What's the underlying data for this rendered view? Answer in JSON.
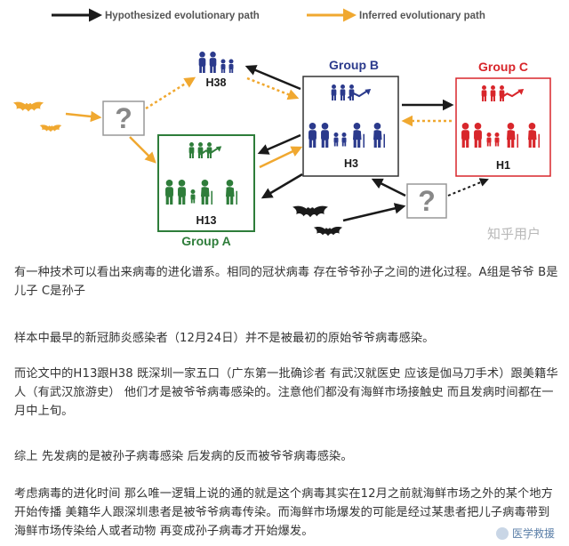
{
  "legend": {
    "hypothesized": "Hypothesized evolutionary path",
    "inferred": "Inferred evolutionary path"
  },
  "nodes": {
    "h38": "H38",
    "h13": "H13",
    "h3": "H3",
    "h1": "H1",
    "group_a": "Group A",
    "group_b": "Group B",
    "group_c": "Group C",
    "unknown_left": "?",
    "unknown_right": "?"
  },
  "watermark": "知乎用户",
  "colors": {
    "black_arrow": "#1a1a1a",
    "orange_arrow": "#f0a830",
    "group_a": "#2e7d3a",
    "group_b": "#2b3a8c",
    "group_c": "#d8262b"
  },
  "article": {
    "p1": "有一种技术可以看出来病毒的进化谱系。相同的冠状病毒 存在爷爷孙子之间的进化过程。A组是爷爷 B是儿子 C是孙子",
    "p2": "样本中最早的新冠肺炎感染者（12月24日）并不是被最初的原始爷爷病毒感染。",
    "p3": "而论文中的H13跟H38 既深圳一家五口（广东第一批确诊者 有武汉就医史 应该是伽马刀手术）跟美籍华人（有武汉旅游史） 他们才是被爷爷病毒感染的。注意他们都没有海鲜市场接触史 而且发病时间都在一月中上旬。",
    "p4": "综上 先发病的是被孙子病毒感染 后发病的反而被爷爷病毒感染。",
    "p5": "考虑病毒的进化时间 那么唯一逻辑上说的通的就是这个病毒其实在12月之前就海鲜市场之外的某个地方开始传播 美籍华人跟深圳患者是被爷爷病毒传染。而海鲜市场爆发的可能是经过某患者把儿子病毒带到海鲜市场传染给人或者动物 再变成孙子病毒才开始爆发。"
  },
  "source_badge": "医学救援"
}
